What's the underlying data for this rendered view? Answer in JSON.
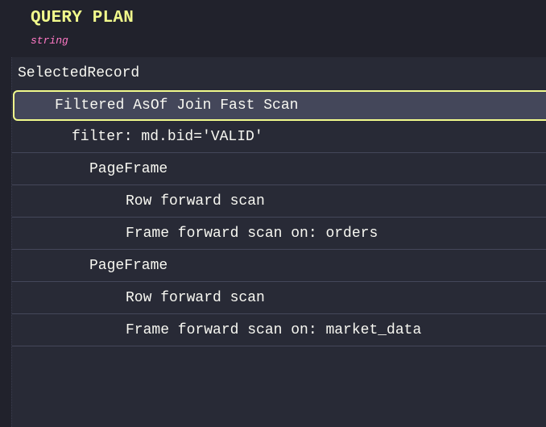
{
  "header": {
    "title": "QUERY PLAN",
    "type": "string"
  },
  "colors": {
    "title": "#f1fa8c",
    "type": "#ff79c6",
    "background": "#282a36",
    "selected_background": "#44475a",
    "selected_border": "#f1fa8c",
    "text": "#f8f8f2"
  },
  "rows": [
    {
      "text": "SelectedRecord",
      "indent": 0
    },
    {
      "text": "Filtered AsOf Join Fast Scan",
      "indent": 1,
      "selected": true
    },
    {
      "text": "filter: md.bid='VALID'",
      "indent": 2
    },
    {
      "text": "PageFrame",
      "indent": 3
    },
    {
      "text": "Row forward scan",
      "indent": 4
    },
    {
      "text": "Frame forward scan on: orders",
      "indent": 4
    },
    {
      "text": "PageFrame",
      "indent": 3
    },
    {
      "text": "Row forward scan",
      "indent": 4
    },
    {
      "text": "Frame forward scan on: market_data",
      "indent": 4
    }
  ]
}
